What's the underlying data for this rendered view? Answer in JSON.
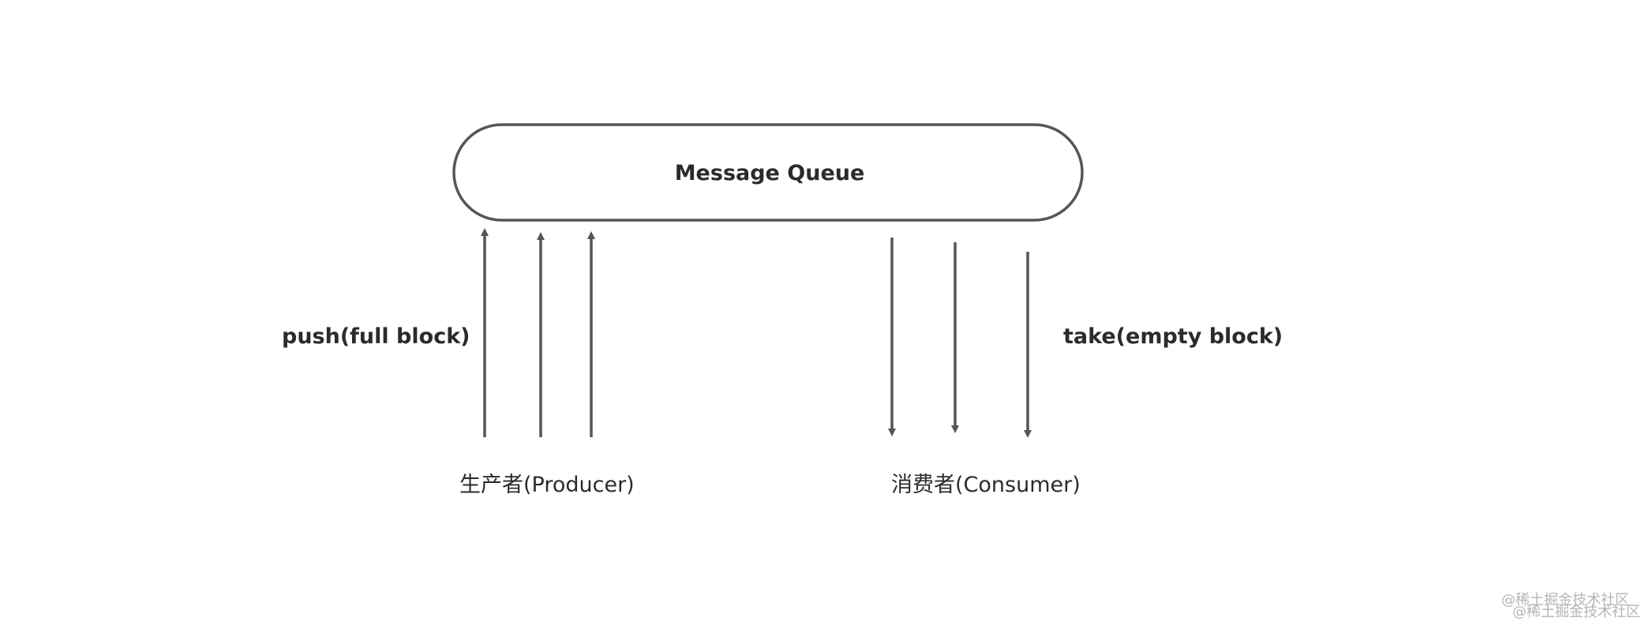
{
  "queue": {
    "label": "Message Queue"
  },
  "producer": {
    "label": "生产者(Producer)",
    "action_label": "push(full block)"
  },
  "consumer": {
    "label": "消费者(Consumer)",
    "action_label": "take(empty block)"
  },
  "watermark": {
    "line1": "@稀土掘金技术社区",
    "line2": "@稀土掘金技术社区"
  },
  "colors": {
    "stroke": "#555555",
    "text": "#2b2b2b",
    "watermark": "#b5b5b5"
  }
}
